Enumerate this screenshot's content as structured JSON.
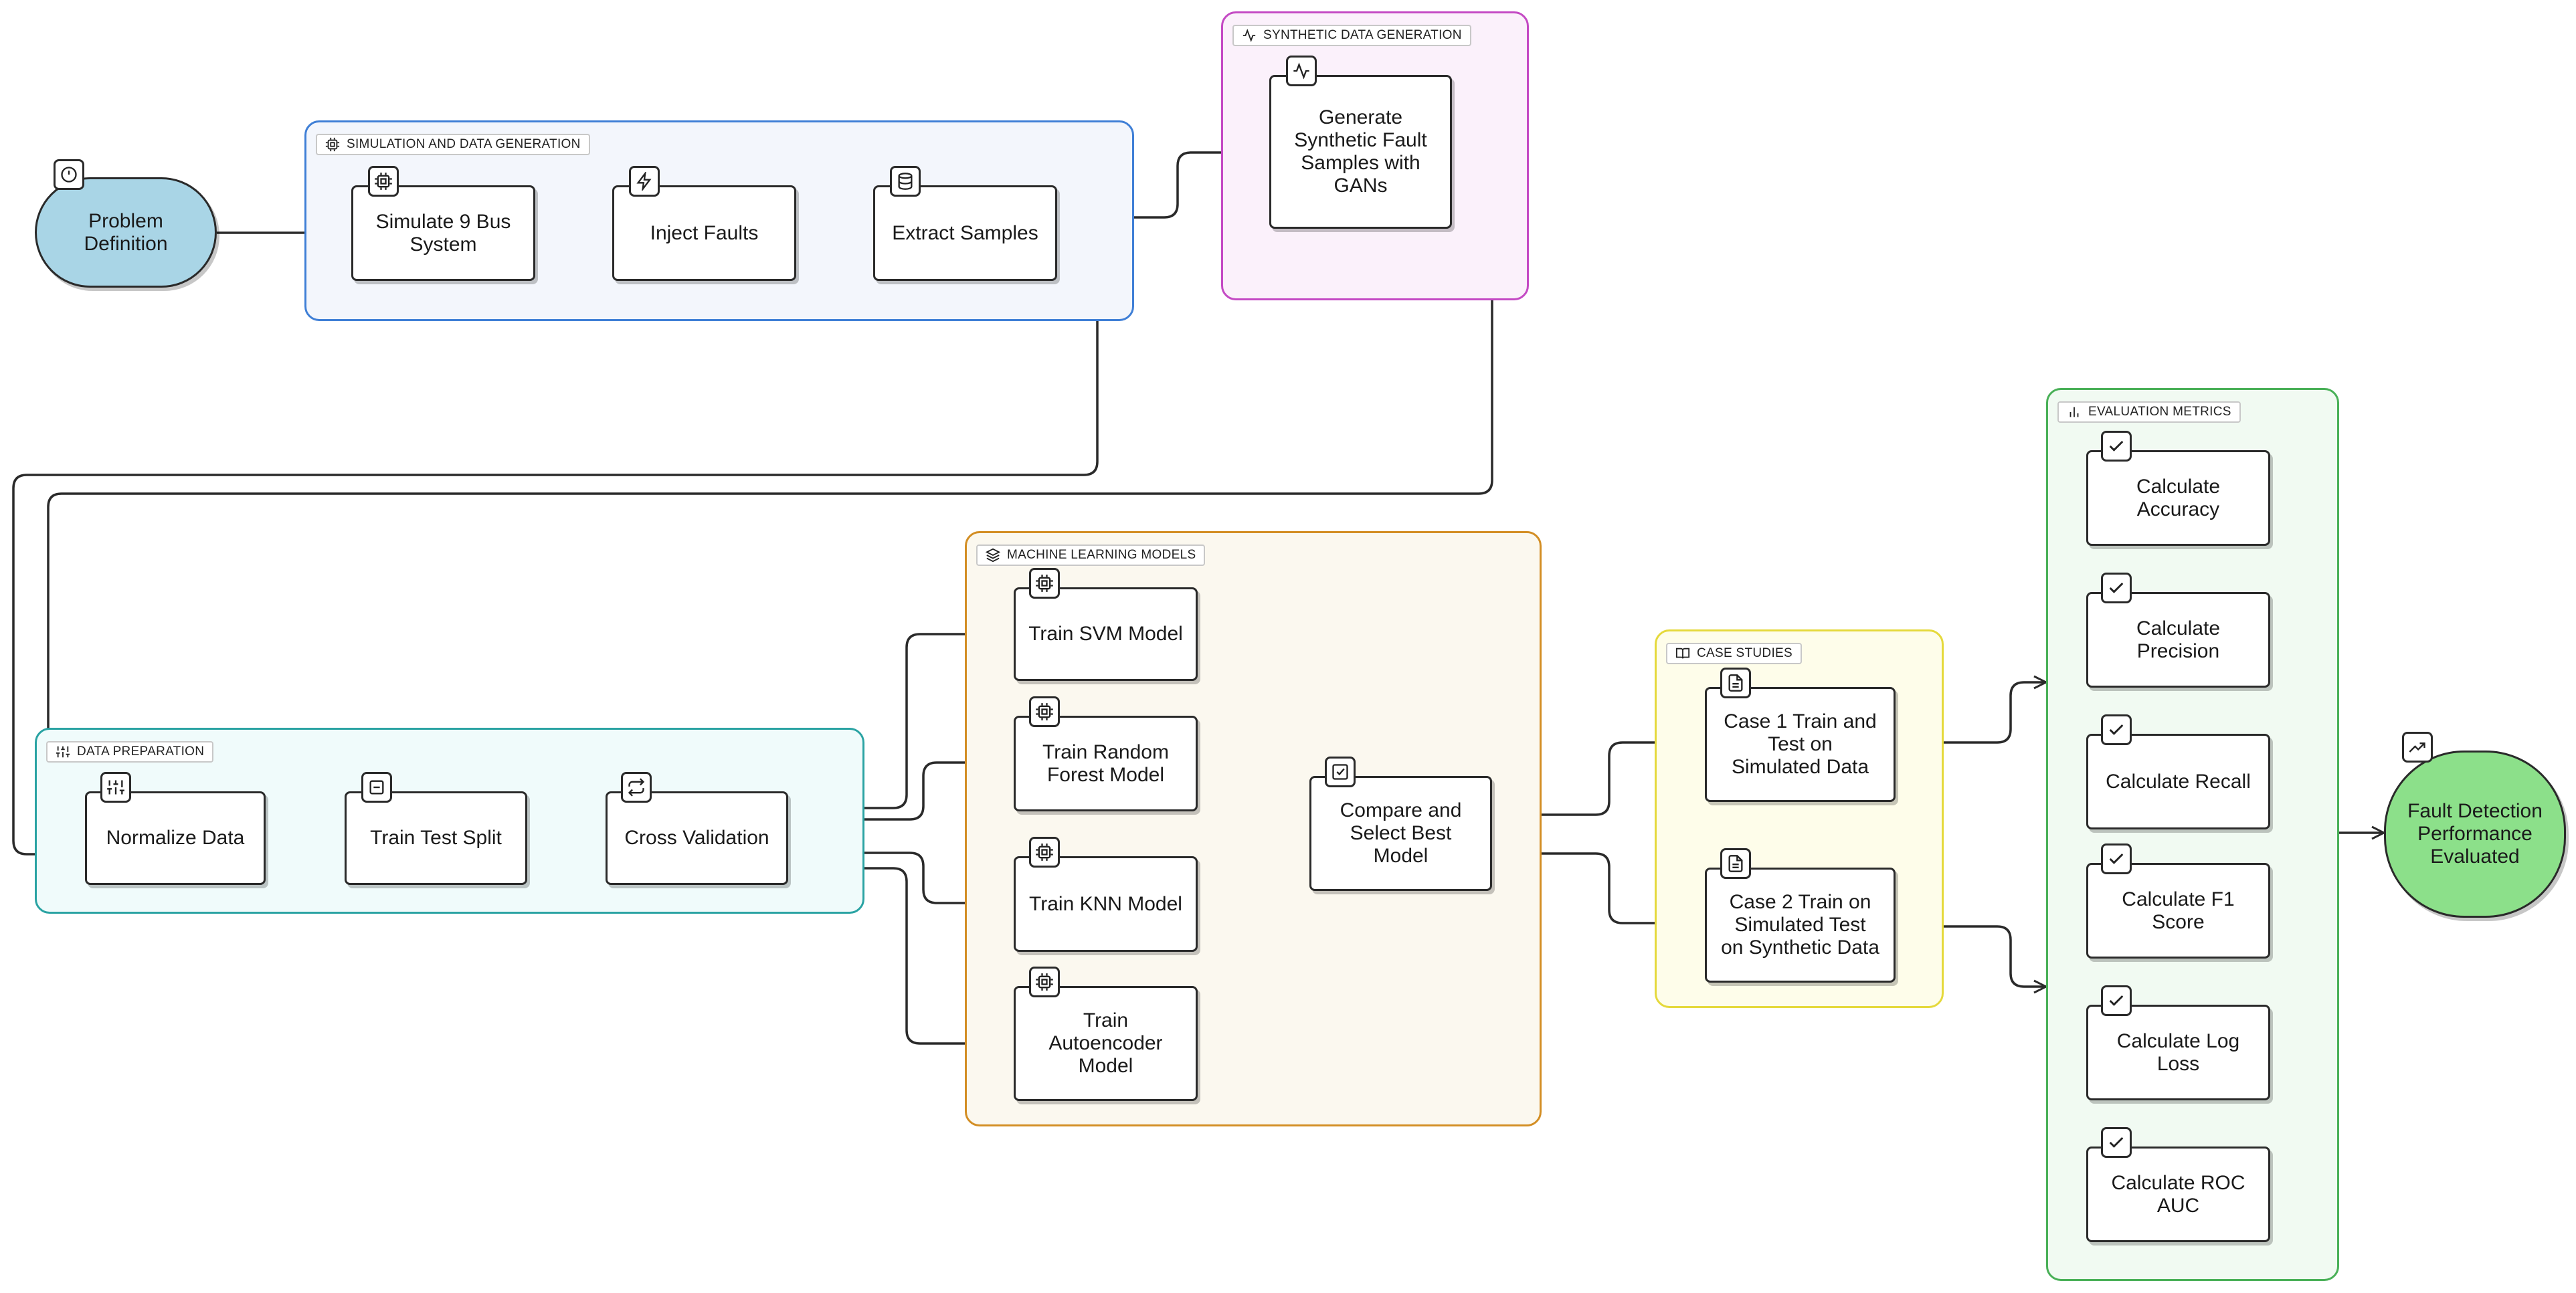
{
  "groups": {
    "sim": {
      "label": "SIMULATION AND DATA GENERATION",
      "icon": "cpu-icon"
    },
    "syn": {
      "label": "SYNTHETIC DATA GENERATION",
      "icon": "activity-icon"
    },
    "prep": {
      "label": "DATA PREPARATION",
      "icon": "sliders-icon"
    },
    "ml": {
      "label": "MACHINE LEARNING MODELS",
      "icon": "layers-icon"
    },
    "case": {
      "label": "CASE STUDIES",
      "icon": "book-open-icon"
    },
    "eval": {
      "label": "EVALUATION METRICS",
      "icon": "bar-chart-icon"
    }
  },
  "terminals": {
    "start": {
      "label": "Problem\nDefinition",
      "icon": "clock-icon",
      "color": "#a9d5e6"
    },
    "end": {
      "label": "Fault Detection\nPerformance\nEvaluated",
      "icon": "trending-up-icon",
      "color": "#8ce08a"
    }
  },
  "nodes": {
    "simulate": {
      "label": "Simulate 9 Bus\nSystem",
      "icon": "cpu-icon"
    },
    "inject": {
      "label": "Inject Faults",
      "icon": "zap-icon"
    },
    "extract": {
      "label": "Extract Samples",
      "icon": "database-icon"
    },
    "gan": {
      "label": "Generate\nSynthetic Fault\nSamples with\nGANs",
      "icon": "activity-icon"
    },
    "normalize": {
      "label": "Normalize Data",
      "icon": "sliders-icon"
    },
    "split": {
      "label": "Train Test Split",
      "icon": "minus-square-icon"
    },
    "cv": {
      "label": "Cross Validation",
      "icon": "repeat-icon"
    },
    "svm": {
      "label": "Train SVM Model",
      "icon": "cpu-icon"
    },
    "rf": {
      "label": "Train Random\nForest Model",
      "icon": "cpu-icon"
    },
    "knn": {
      "label": "Train KNN Model",
      "icon": "cpu-icon"
    },
    "ae": {
      "label": "Train\nAutoencoder\nModel",
      "icon": "cpu-icon"
    },
    "compare": {
      "label": "Compare and\nSelect Best\nModel",
      "icon": "check-square-icon"
    },
    "case1": {
      "label": "Case 1 Train and\nTest on\nSimulated Data",
      "icon": "file-text-icon"
    },
    "case2": {
      "label": "Case 2 Train on\nSimulated Test\non Synthetic Data",
      "icon": "file-text-icon"
    },
    "acc": {
      "label": "Calculate\nAccuracy",
      "icon": "check-icon"
    },
    "prec": {
      "label": "Calculate\nPrecision",
      "icon": "check-icon"
    },
    "recall": {
      "label": "Calculate Recall",
      "icon": "check-icon"
    },
    "f1": {
      "label": "Calculate F1\nScore",
      "icon": "check-icon"
    },
    "logloss": {
      "label": "Calculate Log\nLoss",
      "icon": "check-icon"
    },
    "roc": {
      "label": "Calculate ROC\nAUC",
      "icon": "check-icon"
    }
  }
}
